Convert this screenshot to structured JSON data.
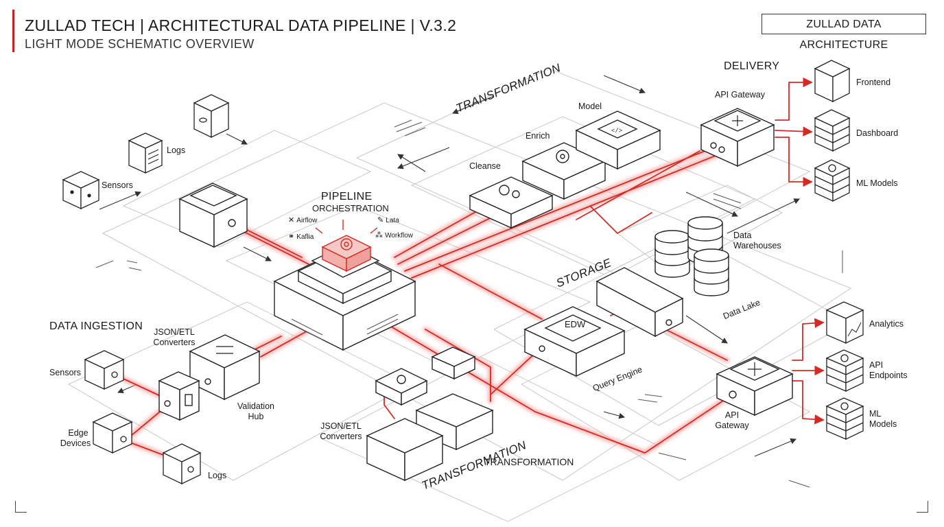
{
  "header": {
    "title": "ZULLAD TECH | ARCHITECTURAL DATA PIPELINE | V.3.2",
    "subtitle": "LIGHT MODE SCHEMATIC OVERVIEW",
    "badge": "ZULLAD DATA ARCHITECTURE"
  },
  "sections": {
    "delivery": "DELIVERY",
    "transformation_top": "TRANSFORMATION",
    "pipeline": "PIPELINE",
    "orchestration": "ORCHESTRATION",
    "storage": "STORAGE",
    "data_ingestion": "DATA INGESTION",
    "transformation_bottom_italic": "TRANSFORMATION",
    "transformation_bottom": "TRANSFORMATION"
  },
  "labels": {
    "logs_top": "Logs",
    "sensors_top": "Sensors",
    "model": "Model",
    "enrich": "Enrich",
    "cleanse": "Cleanse",
    "api_gateway_top": "API Gateway",
    "frontend": "Frontend",
    "dashboard": "Dashboard",
    "ml_models_top": "ML Models",
    "airflow": "Airflow",
    "lata": "Lata",
    "kaflia": "Kaflia",
    "workflow": "Workflow",
    "data_warehouses_1": "Data",
    "data_warehouses_2": "Warehouses",
    "data_lake": "Data Lake",
    "edw": "EDW",
    "query_engine": "Query Engine",
    "json_etl_1a": "JSON/ETL",
    "json_etl_1b": "Converters",
    "sensors_bottom": "Sensors",
    "edge_devices_1": "Edge",
    "edge_devices_2": "Devices",
    "logs_bottom": "Logs",
    "validation_hub_1": "Validation",
    "validation_hub_2": "Hub",
    "json_etl_2a": "JSON/ETL",
    "json_etl_2b": "Converters",
    "api_gateway_bottom_1": "API",
    "api_gateway_bottom_2": "Gateway",
    "analytics": "Analytics",
    "api_endpoints_1": "API",
    "api_endpoints_2": "Endpoints",
    "ml_models_bottom_1": "ML",
    "ml_models_bottom_2": "Models"
  },
  "colors": {
    "accent_red": "#d42a24",
    "glow_red": "#f3a6a3",
    "line": "#222222",
    "orchestration_fill": "#f6c9c6"
  }
}
